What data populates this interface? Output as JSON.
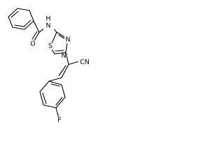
{
  "molecule": {
    "atoms": {
      "amide_oxygen": "O",
      "amide_nitrogen": "N",
      "amide_hydrogen": "H",
      "thiadiazole_sulfur": "S",
      "thiadiazole_nitrogen_1": "N",
      "thiadiazole_nitrogen_2": "N",
      "nitrile": "CN",
      "fluorine": "F"
    }
  }
}
